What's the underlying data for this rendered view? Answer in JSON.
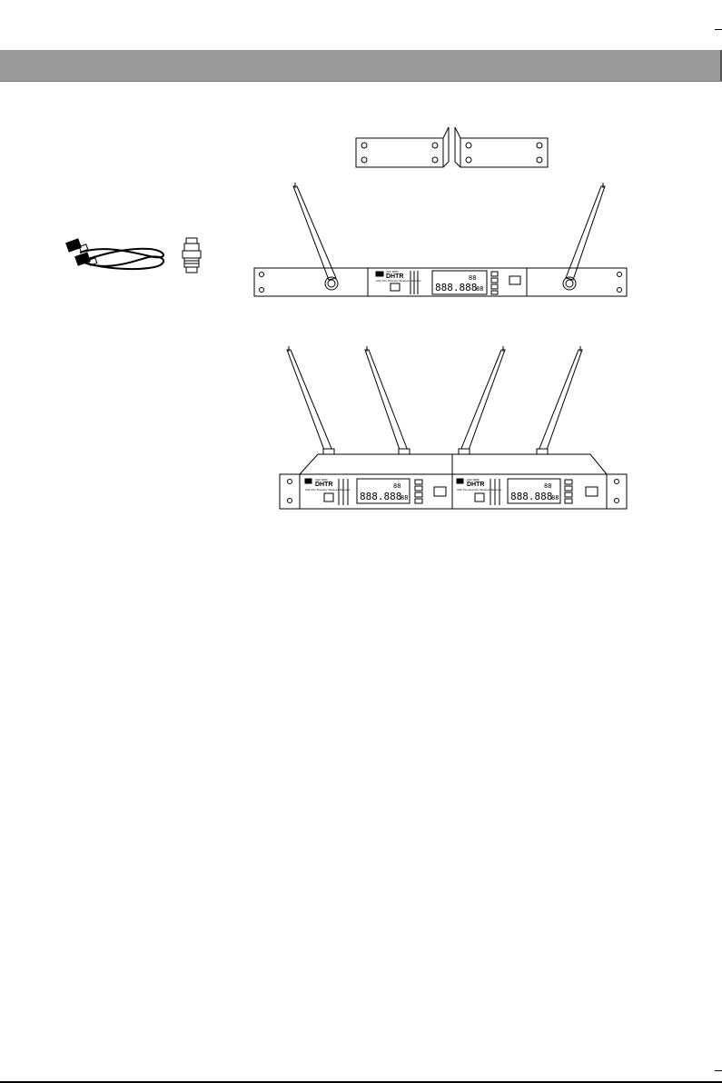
{
  "receiver_panel": {
    "brand": "DHTR",
    "model_tag": "UHF 8080",
    "subtitle": "UHF PLL Diversity Wireless Receiver",
    "freq_display": "888.888",
    "channel_display": "88",
    "group_display": "88"
  },
  "icons": {
    "cable": "xlr-cable-icon",
    "adapter": "bnc-adapter-icon",
    "brackets": "rack-bracket-icon",
    "antenna": "antenna-icon"
  },
  "colors": {
    "header_bar": "#9a9a9a",
    "line": "#000000"
  }
}
